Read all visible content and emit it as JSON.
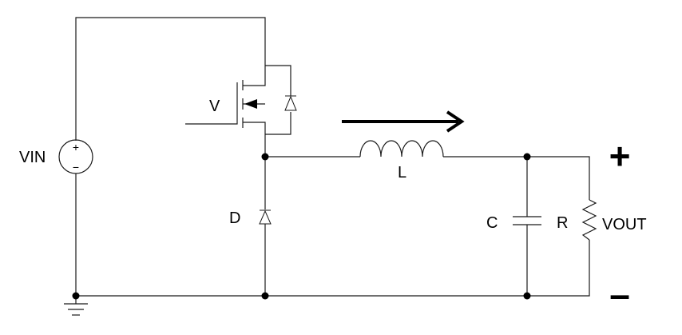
{
  "labels": {
    "source": "VIN",
    "source_plus": "+",
    "source_minus": "−",
    "switch": "V",
    "diode": "D",
    "inductor": "L",
    "capacitor": "C",
    "resistor": "R",
    "output": "VOUT",
    "output_plus": "+",
    "output_minus": "–"
  },
  "colors": {
    "wire": "#1a1a1a",
    "node": "#000000",
    "background": "#ffffff"
  }
}
